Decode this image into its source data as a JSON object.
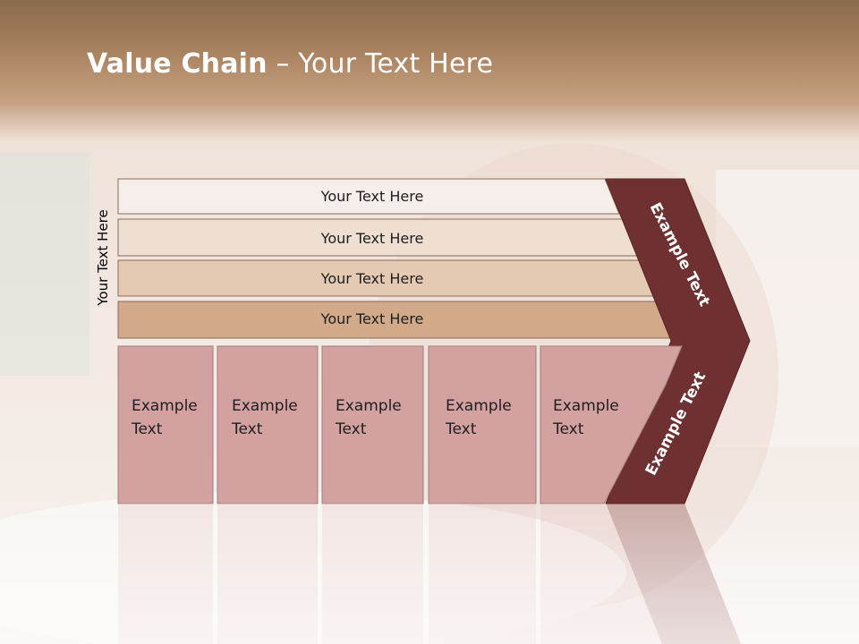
{
  "slide": {
    "title_bold": "Value Chain",
    "title_rest": " – Your Text Here",
    "side_label": "Your Text Here"
  },
  "bars": [
    {
      "label": "Your Text Here",
      "fill": "#f5eeea"
    },
    {
      "label": "Your Text Here",
      "fill": "#efdfd3"
    },
    {
      "label": "Your Text Here",
      "fill": "#e4cab3"
    },
    {
      "label": "Your Text Here",
      "fill": "#d2aa89"
    }
  ],
  "boxes": [
    {
      "line1": "Example",
      "line2": "Text"
    },
    {
      "line1": "Example",
      "line2": "Text"
    },
    {
      "line1": "Example",
      "line2": "Text"
    },
    {
      "line1": "Example",
      "line2": "Text"
    },
    {
      "line1": "Example",
      "line2": "Text"
    }
  ],
  "chevron": {
    "upper_label": "Example Text",
    "lower_label": "Example Text",
    "fill": "#6e3030"
  },
  "colors": {
    "box_fill": "#d4a1a1",
    "header_band": "#b98c66"
  }
}
